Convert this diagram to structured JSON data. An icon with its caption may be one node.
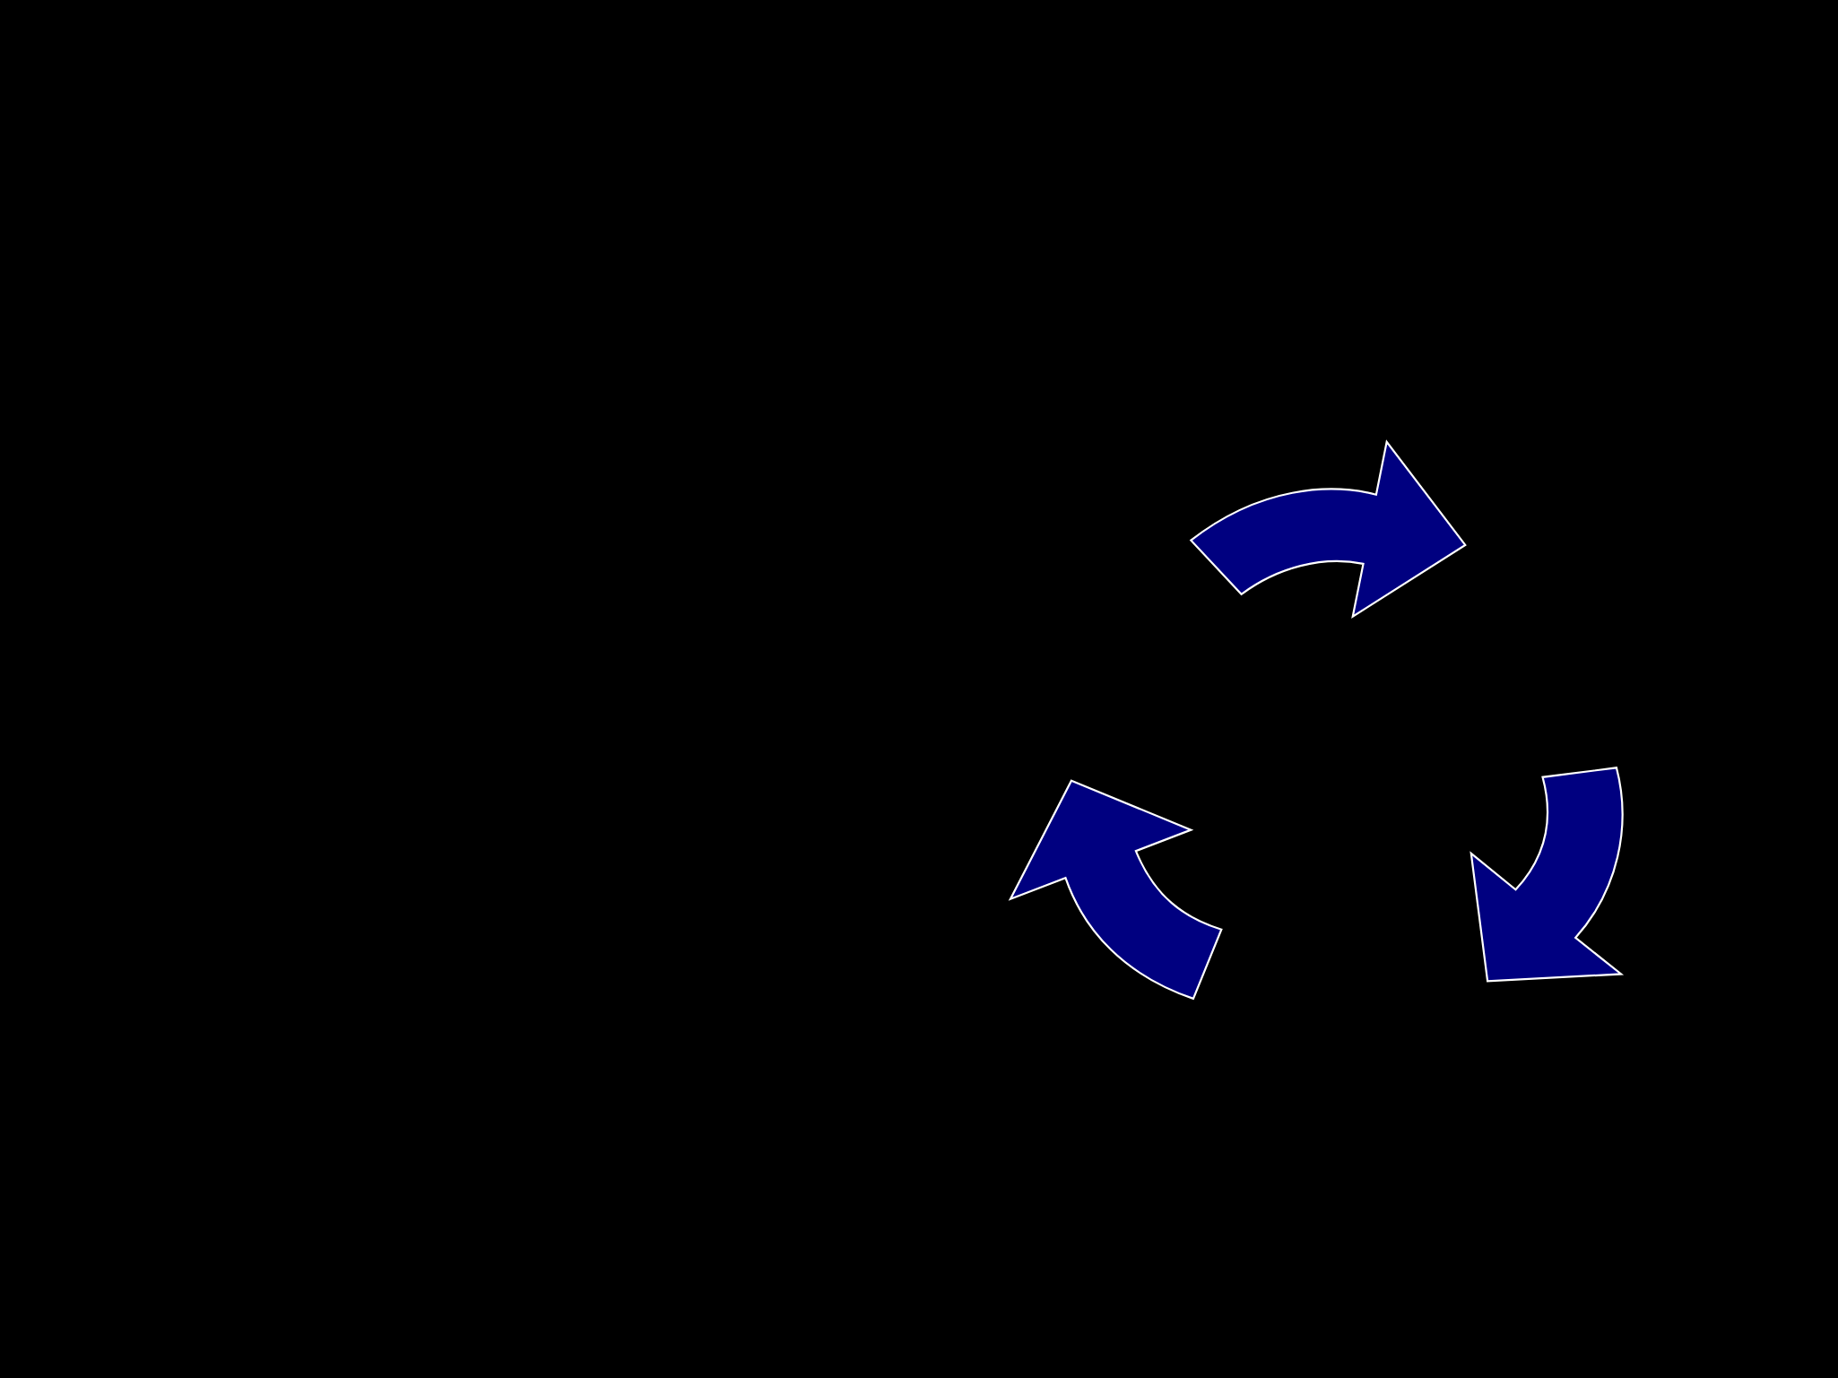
{
  "diagram": {
    "nodes": [
      {
        "text": [],
        "shape": "arrow"
      },
      {
        "text": [],
        "shape": "arrow"
      },
      {
        "text": [],
        "shape": "arrow"
      }
    ]
  }
}
